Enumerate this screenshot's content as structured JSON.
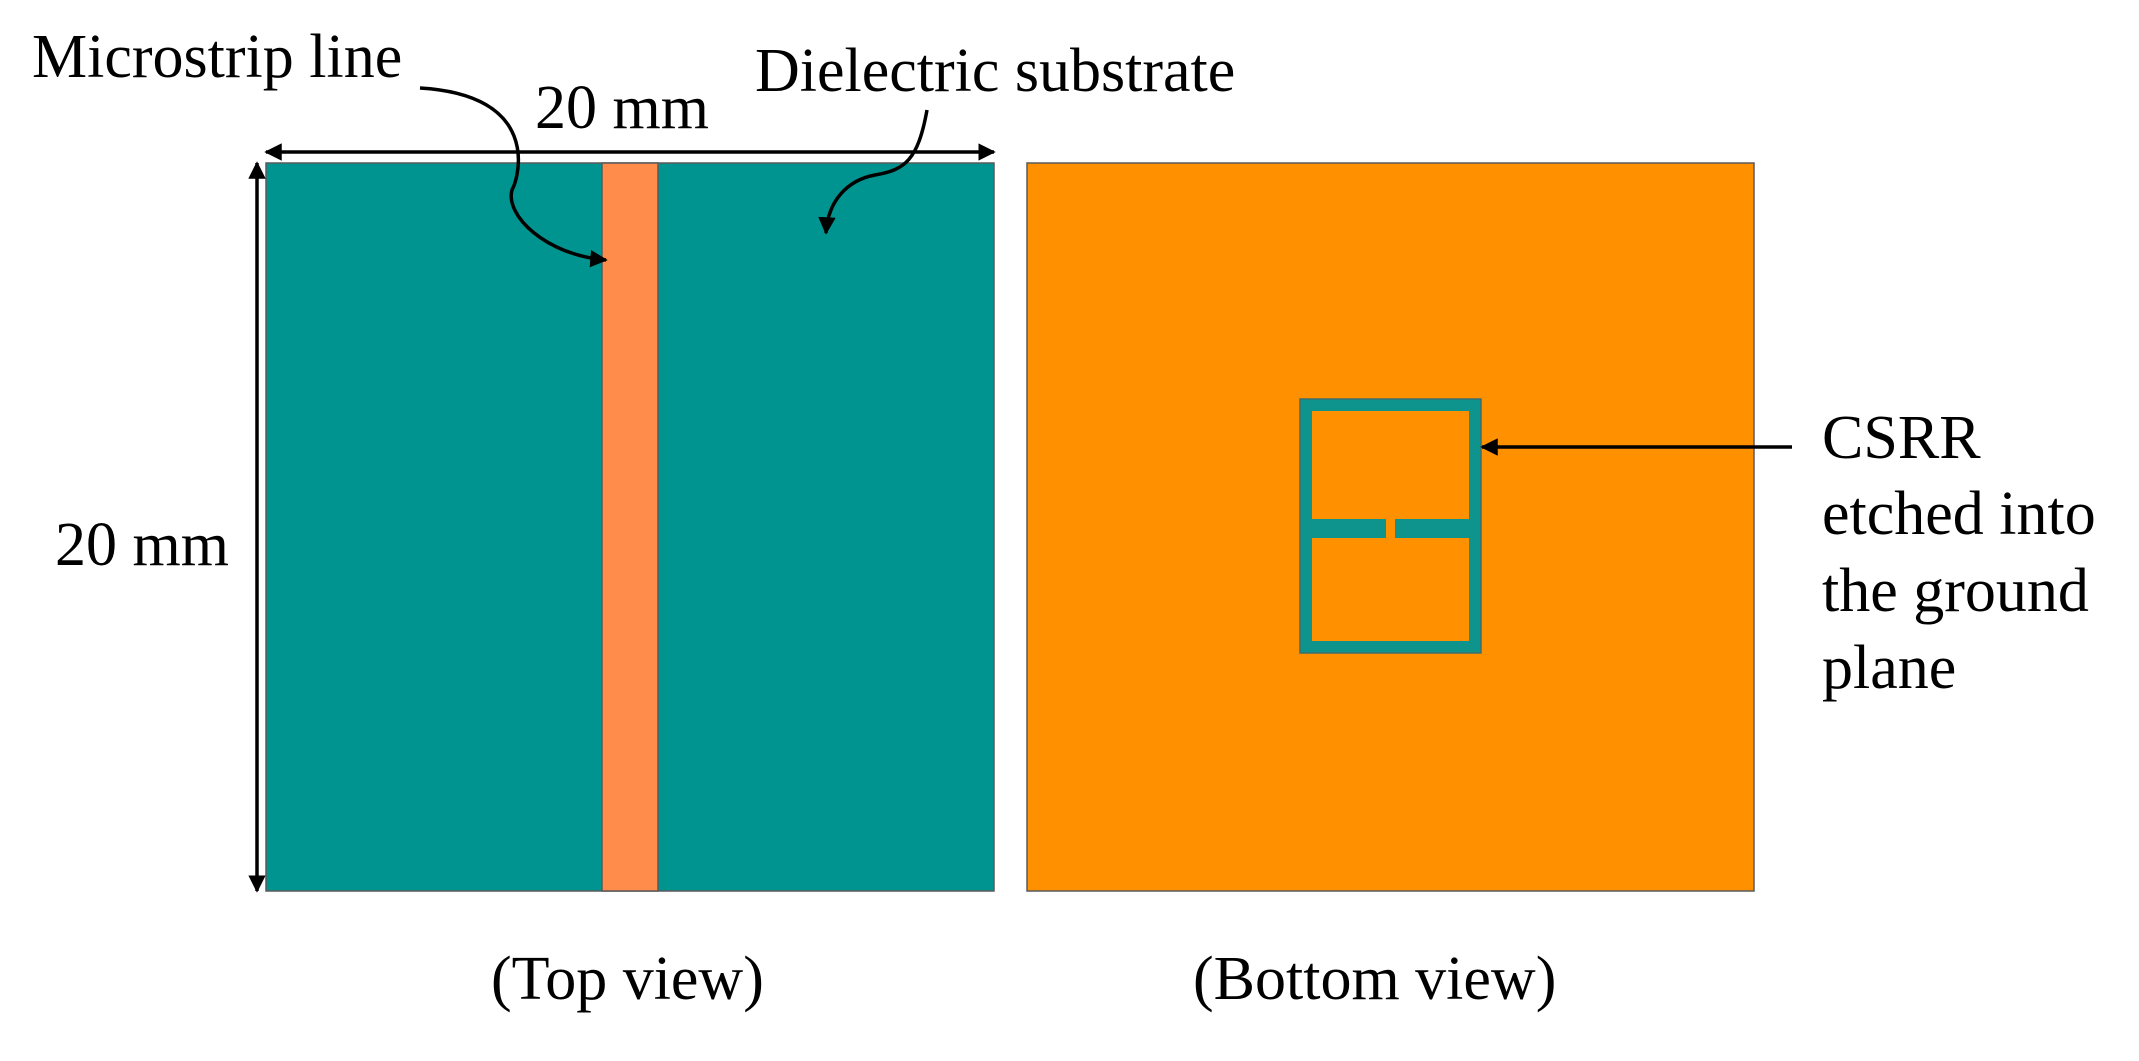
{
  "labels": {
    "microstrip_line": "Microstrip line",
    "dielectric_substrate": "Dielectric substrate",
    "width_dimension": "20 mm",
    "height_dimension": "20 mm",
    "csrr_line1": "CSRR",
    "csrr_line2": "etched into",
    "csrr_line3": "the ground",
    "csrr_line4": "plane",
    "top_view": "(Top view)",
    "bottom_view": "(Bottom view)"
  },
  "colors": {
    "substrate": "#009490",
    "microstrip": "#ff8c4a",
    "ground_plane": "#ff9000",
    "csrr_slot": "#0e948c",
    "text": "#000000"
  }
}
